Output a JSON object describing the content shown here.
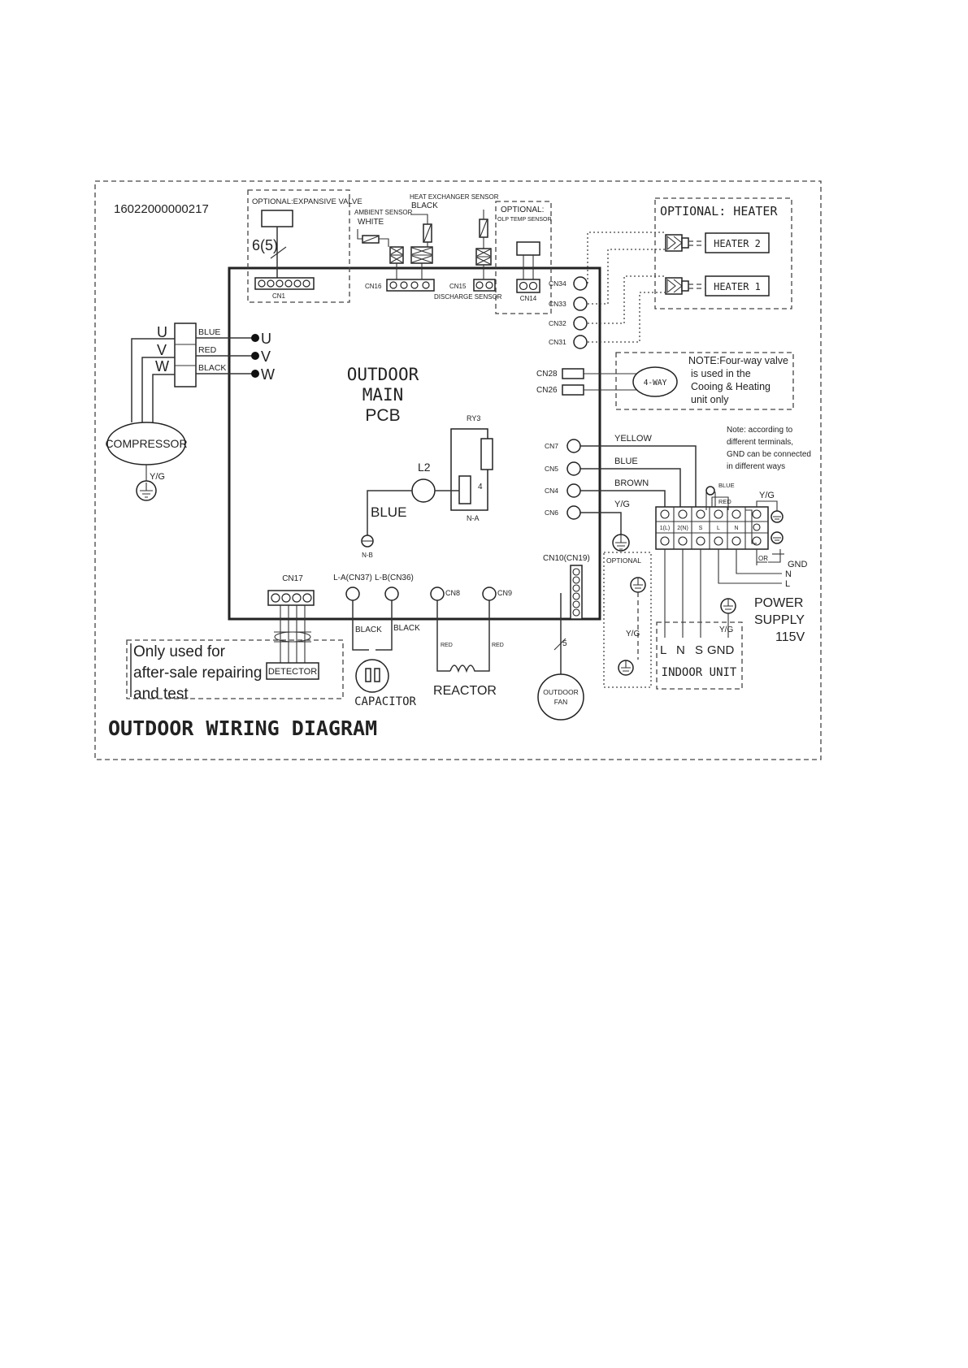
{
  "diagram": {
    "part_number": "16022000000217",
    "title": "OUTDOOR WIRING DIAGRAM",
    "pcb": {
      "line1": "OUTDOOR",
      "line2": "MAIN",
      "line3": "PCB"
    },
    "expansive_valve": {
      "label": "OPTIONAL:EXPANSIVE VALVE",
      "wire_count": "6(5)",
      "connector": "CN1"
    },
    "sensors": {
      "ambient": "AMBIENT SENSOR",
      "ambient_color": "WHITE",
      "heat_exchanger": "HEAT EXCHANGER SENSOR",
      "heat_exchanger_color": "BLACK",
      "cn16": "CN16",
      "cn15": "CN15",
      "discharge": "DISCHARGE SENSOR",
      "olp_label": "OPTIONAL:",
      "olp_sub": "OLP TEMP SENSOR",
      "cn14": "CN14"
    },
    "heater": {
      "title": "OPTIONAL: HEATER",
      "heater2": "HEATER 2",
      "heater1": "HEATER 1"
    },
    "right_connectors": [
      "CN34",
      "CN33",
      "CN32",
      "CN31"
    ],
    "four_way": {
      "cn28": "CN28",
      "cn26": "CN26",
      "label": "4-WAY",
      "note1": "NOTE:Four-way valve",
      "note2": "is used in the",
      "note3": "Cooing  & Heating",
      "note4": "unit only"
    },
    "compressor": {
      "label": "COMPRESSOR",
      "u": "U",
      "v": "V",
      "w": "W",
      "blue": "BLUE",
      "red": "RED",
      "black": "BLACK",
      "pu": "U",
      "pv": "V",
      "pw": "W",
      "yg": "Y/G"
    },
    "relay": {
      "ry3": "RY3",
      "pin": "4",
      "na": "N-A",
      "l2": "L2",
      "blue": "BLUE",
      "nb": "N-B"
    },
    "mid_connectors": {
      "cn7": "CN7",
      "cn5": "CN5",
      "cn4": "CN4",
      "cn6": "CN6",
      "yellow": "YELLOW",
      "blue": "BLUE",
      "brown": "BROWN",
      "yg": "Y/G"
    },
    "gnd_note": {
      "line1": "Note: according to",
      "line2": "different terminals,",
      "line3": "GND can be connected",
      "line4": "in different ways"
    },
    "terminal": {
      "blue": "BLUE",
      "red": "RED",
      "yg": "Y/G",
      "labels": [
        "1(L)",
        "2(N)",
        "S",
        "L",
        "N"
      ],
      "gnd": "GND",
      "n": "N",
      "l": "L",
      "or": "OR"
    },
    "power": {
      "line1": "POWER",
      "line2": "SUPPLY",
      "line3": "115V"
    },
    "indoor": {
      "l": "L",
      "n": "N",
      "s": "S",
      "gnd": "GND",
      "label": "INDOOR UNIT",
      "yg": "Y/G"
    },
    "optional_box": {
      "label": "OPTIONAL",
      "yg": "Y/G"
    },
    "bottom": {
      "cn17": "CN17",
      "la": "L-A(CN37)",
      "lb": "L-B(CN36)",
      "cn8": "CN8",
      "cn9": "CN9",
      "cn10": "CN10(CN19)",
      "black1": "BLACK",
      "black2": "BLACK",
      "red1": "RED",
      "red2": "RED",
      "capacitor": "CAPACITOR",
      "reactor": "REACTOR",
      "fan1": "OUTDOOR",
      "fan2": "FAN",
      "fan_count": "5"
    },
    "service": {
      "line1": "Only used for",
      "line2": "after-sale repairing",
      "line3": "and test",
      "detector": "DETECTOR"
    }
  }
}
